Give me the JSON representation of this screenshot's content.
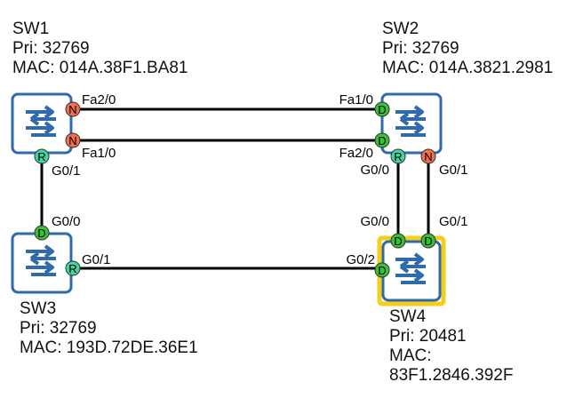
{
  "switches": {
    "sw1": {
      "name": "SW1",
      "priority": "Pri: 32769",
      "mac_line": "MAC: 014A.38F1.BA81",
      "highlight": false
    },
    "sw2": {
      "name": "SW2",
      "priority": "Pri: 32769",
      "mac_line": "MAC: 014A.3821.2981",
      "highlight": false
    },
    "sw3": {
      "name": "SW3",
      "priority": "Pri: 32769",
      "mac_line": "MAC: 193D.72DE.36E1",
      "highlight": false
    },
    "sw4": {
      "name": "SW4",
      "priority": "Pri: 20481",
      "mac_line": "MAC:",
      "mac_value": "83F1.2846.392F",
      "highlight": true
    }
  },
  "ports": {
    "sw1_fa2_0": {
      "label": "Fa2/0",
      "role": "N"
    },
    "sw1_fa1_0": {
      "label": "Fa1/0",
      "role": "N"
    },
    "sw1_g0_1": {
      "label": "G0/1",
      "role": "R"
    },
    "sw2_fa1_0": {
      "label": "Fa1/0",
      "role": "D"
    },
    "sw2_fa2_0": {
      "label": "Fa2/0",
      "role": "D"
    },
    "sw2_g0_0": {
      "label": "G0/0",
      "role": "R"
    },
    "sw2_g0_1": {
      "label": "G0/1",
      "role": "N"
    },
    "sw3_g0_0": {
      "label": "G0/0",
      "role": "D"
    },
    "sw3_g0_1": {
      "label": "G0/1",
      "role": "R"
    },
    "sw4_g0_0": {
      "label": "G0/0",
      "role": "D"
    },
    "sw4_g0_1": {
      "label": "G0/1",
      "role": "D"
    },
    "sw4_g0_2": {
      "label": "G0/2",
      "role": "D"
    }
  },
  "role_colors": {
    "N": "#f36e4f",
    "D": "#35c336",
    "R": "#3fd7a1"
  },
  "colors": {
    "switch_border": "#2f6aad",
    "switch_icon": "#2f6aad",
    "root_highlight": "#f5cd1d",
    "link": "#000000"
  }
}
